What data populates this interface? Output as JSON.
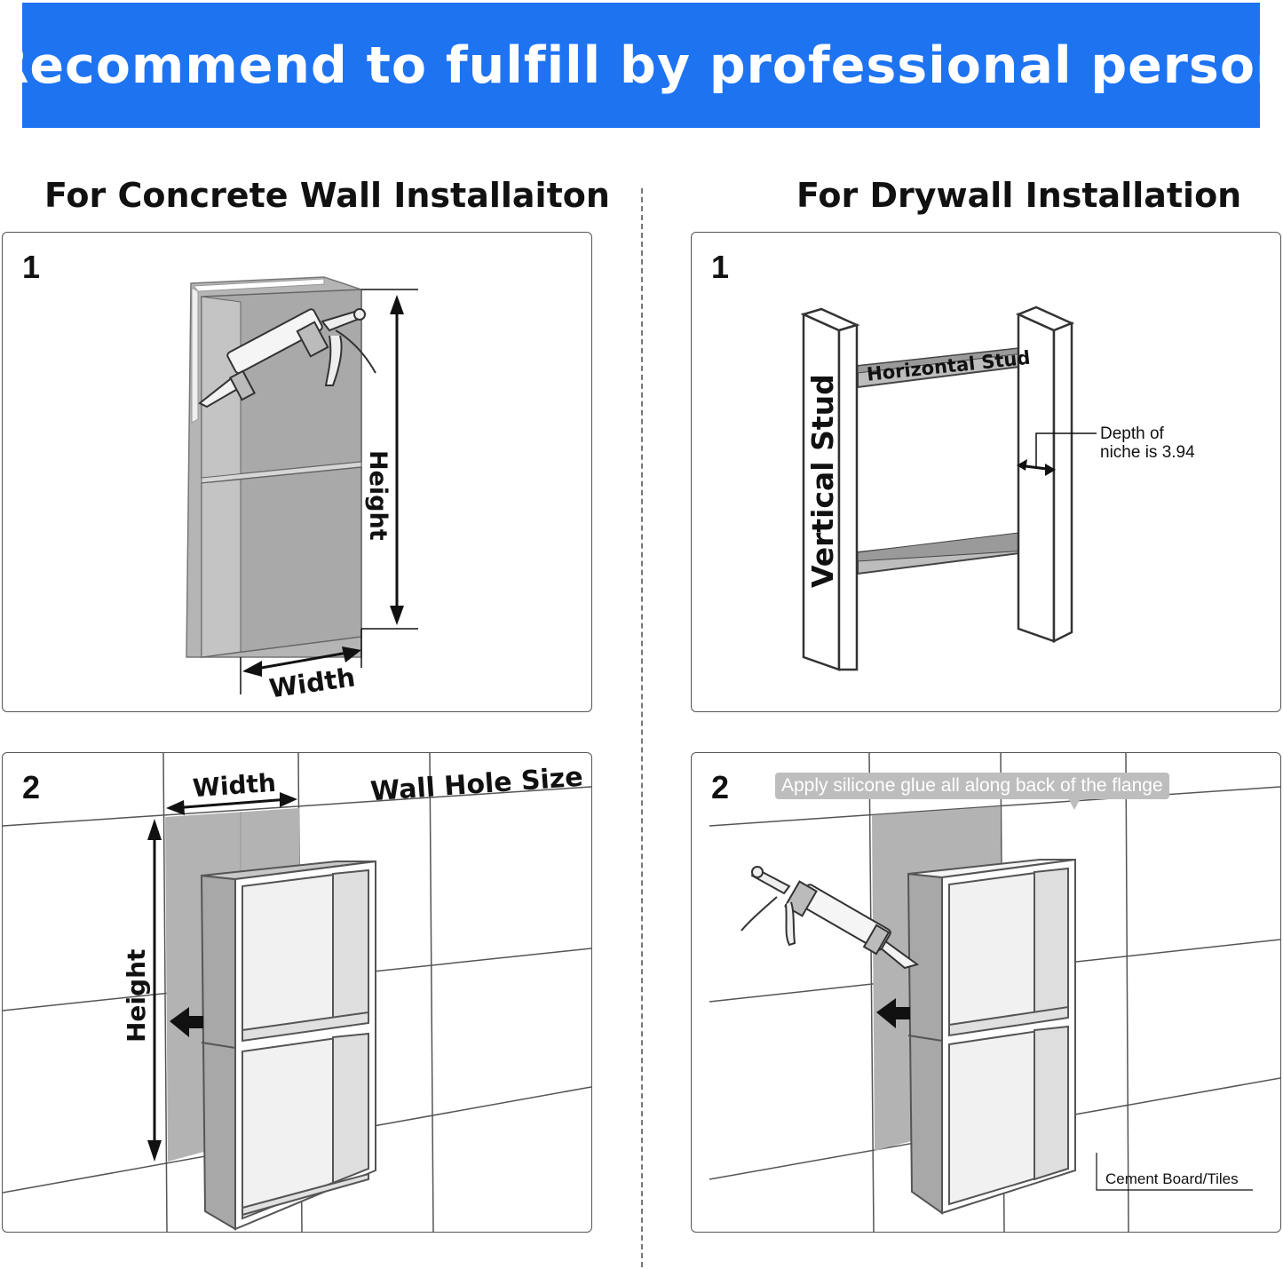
{
  "banner": {
    "title": "Recommend to fulfill by professional person",
    "color": "#1e73f1"
  },
  "columns": {
    "concrete": {
      "title": "For Concrete Wall Installaiton"
    },
    "drywall": {
      "title": "For Drywall Installation"
    }
  },
  "concrete_step1": {
    "number": "1",
    "height_label": "Height",
    "width_label": "Width"
  },
  "drywall_step1": {
    "number": "1",
    "vertical_label": "Vertical Stud",
    "horizontal_label": "Horizontal Stud",
    "depth_label_line1": "Depth of",
    "depth_label_line2": "niche is 3.94"
  },
  "concrete_step2": {
    "number": "2",
    "width_label": "Width",
    "hole_label": "Wall Hole Size",
    "height_label": "Height"
  },
  "drywall_step2": {
    "number": "2",
    "callout": "Apply silicone glue all along back of the flange",
    "board_label": "Cement Board/Tiles"
  }
}
